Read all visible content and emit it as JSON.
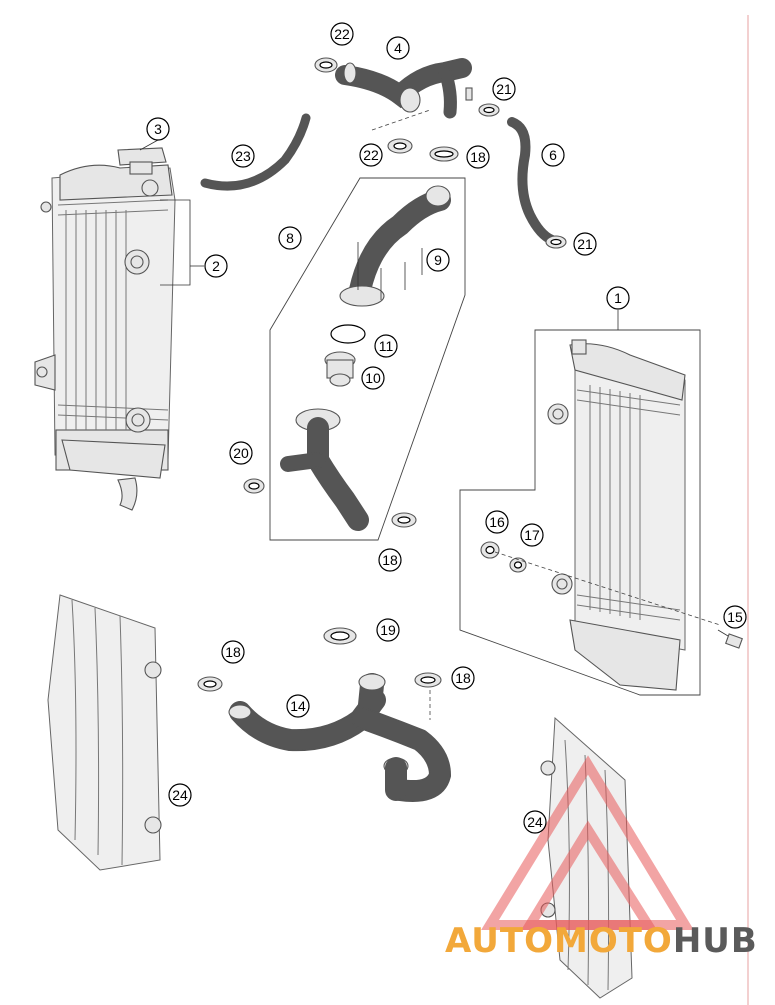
{
  "diagram": {
    "callouts": {
      "c1": "1",
      "c2": "2",
      "c3": "3",
      "c4": "4",
      "c6": "6",
      "c8": "8",
      "c9": "9",
      "c10": "10",
      "c11": "11",
      "c14": "14",
      "c15": "15",
      "c16": "16",
      "c17": "17",
      "c18a": "18",
      "c18b": "18",
      "c18c": "18",
      "c18d": "18",
      "c19": "19",
      "c20": "20",
      "c21a": "21",
      "c21b": "21",
      "c22a": "22",
      "c22b": "22",
      "c23": "23",
      "c24a": "24",
      "c24b": "24"
    },
    "watermark": {
      "part1": "AUTO",
      "part2": "MOTO",
      "part3": "HUB",
      "color1": "#f2a83a",
      "color2": "#f2a83a",
      "color3": "#5a5a5a"
    }
  }
}
